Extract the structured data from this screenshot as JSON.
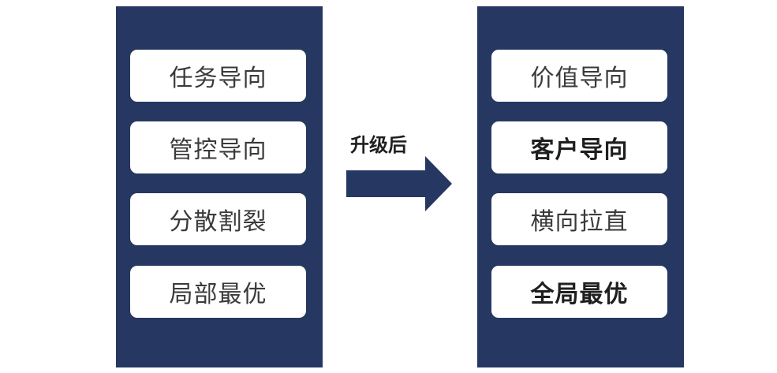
{
  "left_panel": {
    "items": [
      {
        "label": "任务导向"
      },
      {
        "label": "管控导向"
      },
      {
        "label": "分散割裂"
      },
      {
        "label": "局部最优"
      }
    ]
  },
  "arrow": {
    "label": "升级后"
  },
  "right_panel": {
    "items": [
      {
        "label": "价值导向"
      },
      {
        "label": "客户导向"
      },
      {
        "label": "横向拉直"
      },
      {
        "label": "全局最优"
      }
    ]
  },
  "colors": {
    "panel": "#263761",
    "item_bg": "#ffffff",
    "arrow": "#263761"
  }
}
